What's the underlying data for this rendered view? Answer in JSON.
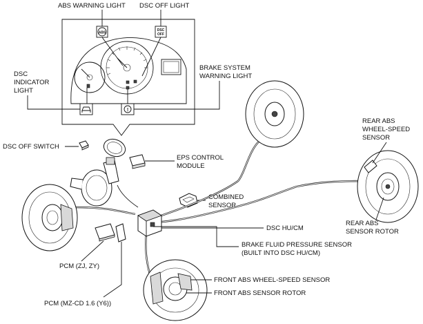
{
  "labels": {
    "abs_warning_light": "ABS WARNING LIGHT",
    "dsc_off_light": "DSC OFF LIGHT",
    "dsc_indicator_light": [
      "DSC",
      "INDICATOR",
      "LIGHT"
    ],
    "brake_system_warning_light": [
      "BRAKE SYSTEM",
      "WARNING LIGHT"
    ],
    "dsc_off_switch": "DSC OFF SWITCH",
    "eps_control_module": [
      "EPS CONTROL",
      "MODULE"
    ],
    "rear_abs_wheel_speed_sensor": [
      "REAR ABS",
      "WHEEL-SPEED",
      "SENSOR"
    ],
    "combined_sensor": [
      "COMBINED",
      "SENSOR"
    ],
    "rear_abs_sensor_rotor": [
      "REAR ABS",
      "SENSOR ROTOR"
    ],
    "dsc_hu_cm": "DSC HU/CM",
    "brake_fluid_pressure_sensor": [
      "BRAKE FLUID PRESSURE SENSOR",
      "(BUILT INTO DSC HU/CM)"
    ],
    "pcm_zj_zy": "PCM (ZJ, ZY)",
    "front_abs_wheel_speed_sensor": "FRONT ABS WHEEL-SPEED SENSOR",
    "front_abs_sensor_rotor": "FRONT ABS SENSOR ROTOR",
    "pcm_mz_cd": "PCM (MZ-CD 1.6 (Y6))"
  },
  "icons": {
    "abs": "ABS",
    "dsc_off": [
      "DSC",
      "OFF"
    ],
    "brake": "!"
  }
}
